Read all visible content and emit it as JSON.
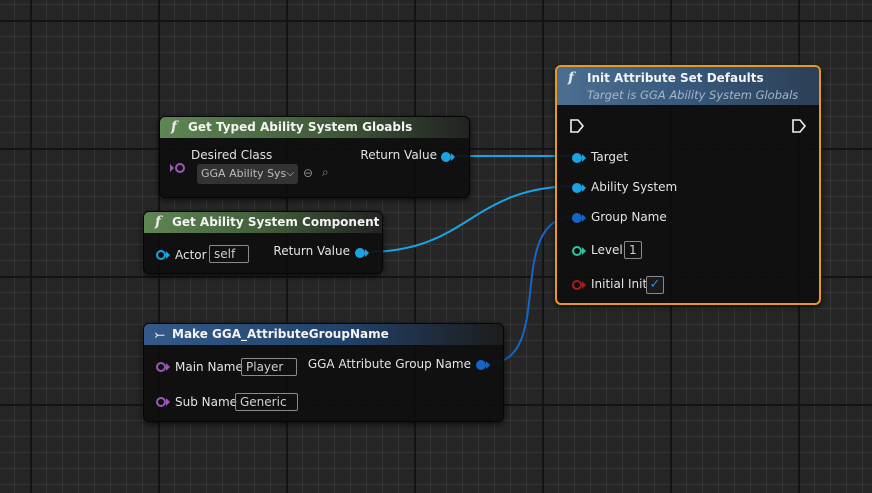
{
  "nodes": {
    "get_typed": {
      "title": "Get Typed Ability System Gloabls",
      "icon": "function-icon",
      "input_label": "Desired Class",
      "class_value": "GGA Ability Sys",
      "output_label": "Return Value"
    },
    "get_asc": {
      "title": "Get Ability System Component",
      "icon": "function-icon",
      "actor_label": "Actor",
      "actor_value": "self",
      "output_label": "Return Value"
    },
    "make_name": {
      "title": "Make GGA_AttributeGroupName",
      "icon": "make-struct-icon",
      "main_label": "Main Name",
      "main_value": "Player",
      "sub_label": "Sub Name",
      "sub_value": "Generic",
      "output_label": "GGA Attribute Group Name"
    },
    "init": {
      "title": "Init Attribute Set Defaults",
      "subtitle": "Target is GGA Ability System Globals",
      "icon": "function-icon",
      "target_label": "Target",
      "ability_label": "Ability System",
      "group_label": "Group Name",
      "level_label": "Level",
      "level_value": "1",
      "initial_label": "Initial Init",
      "initial_checked": "✓"
    }
  },
  "colors": {
    "selection": "#e69a1f",
    "object_pin": "#1aa4e4",
    "struct_pin": "#1665c4",
    "class_pin": "#9b59b6",
    "int_pin": "#2fc59e",
    "bool_pin": "#a61d1d"
  }
}
